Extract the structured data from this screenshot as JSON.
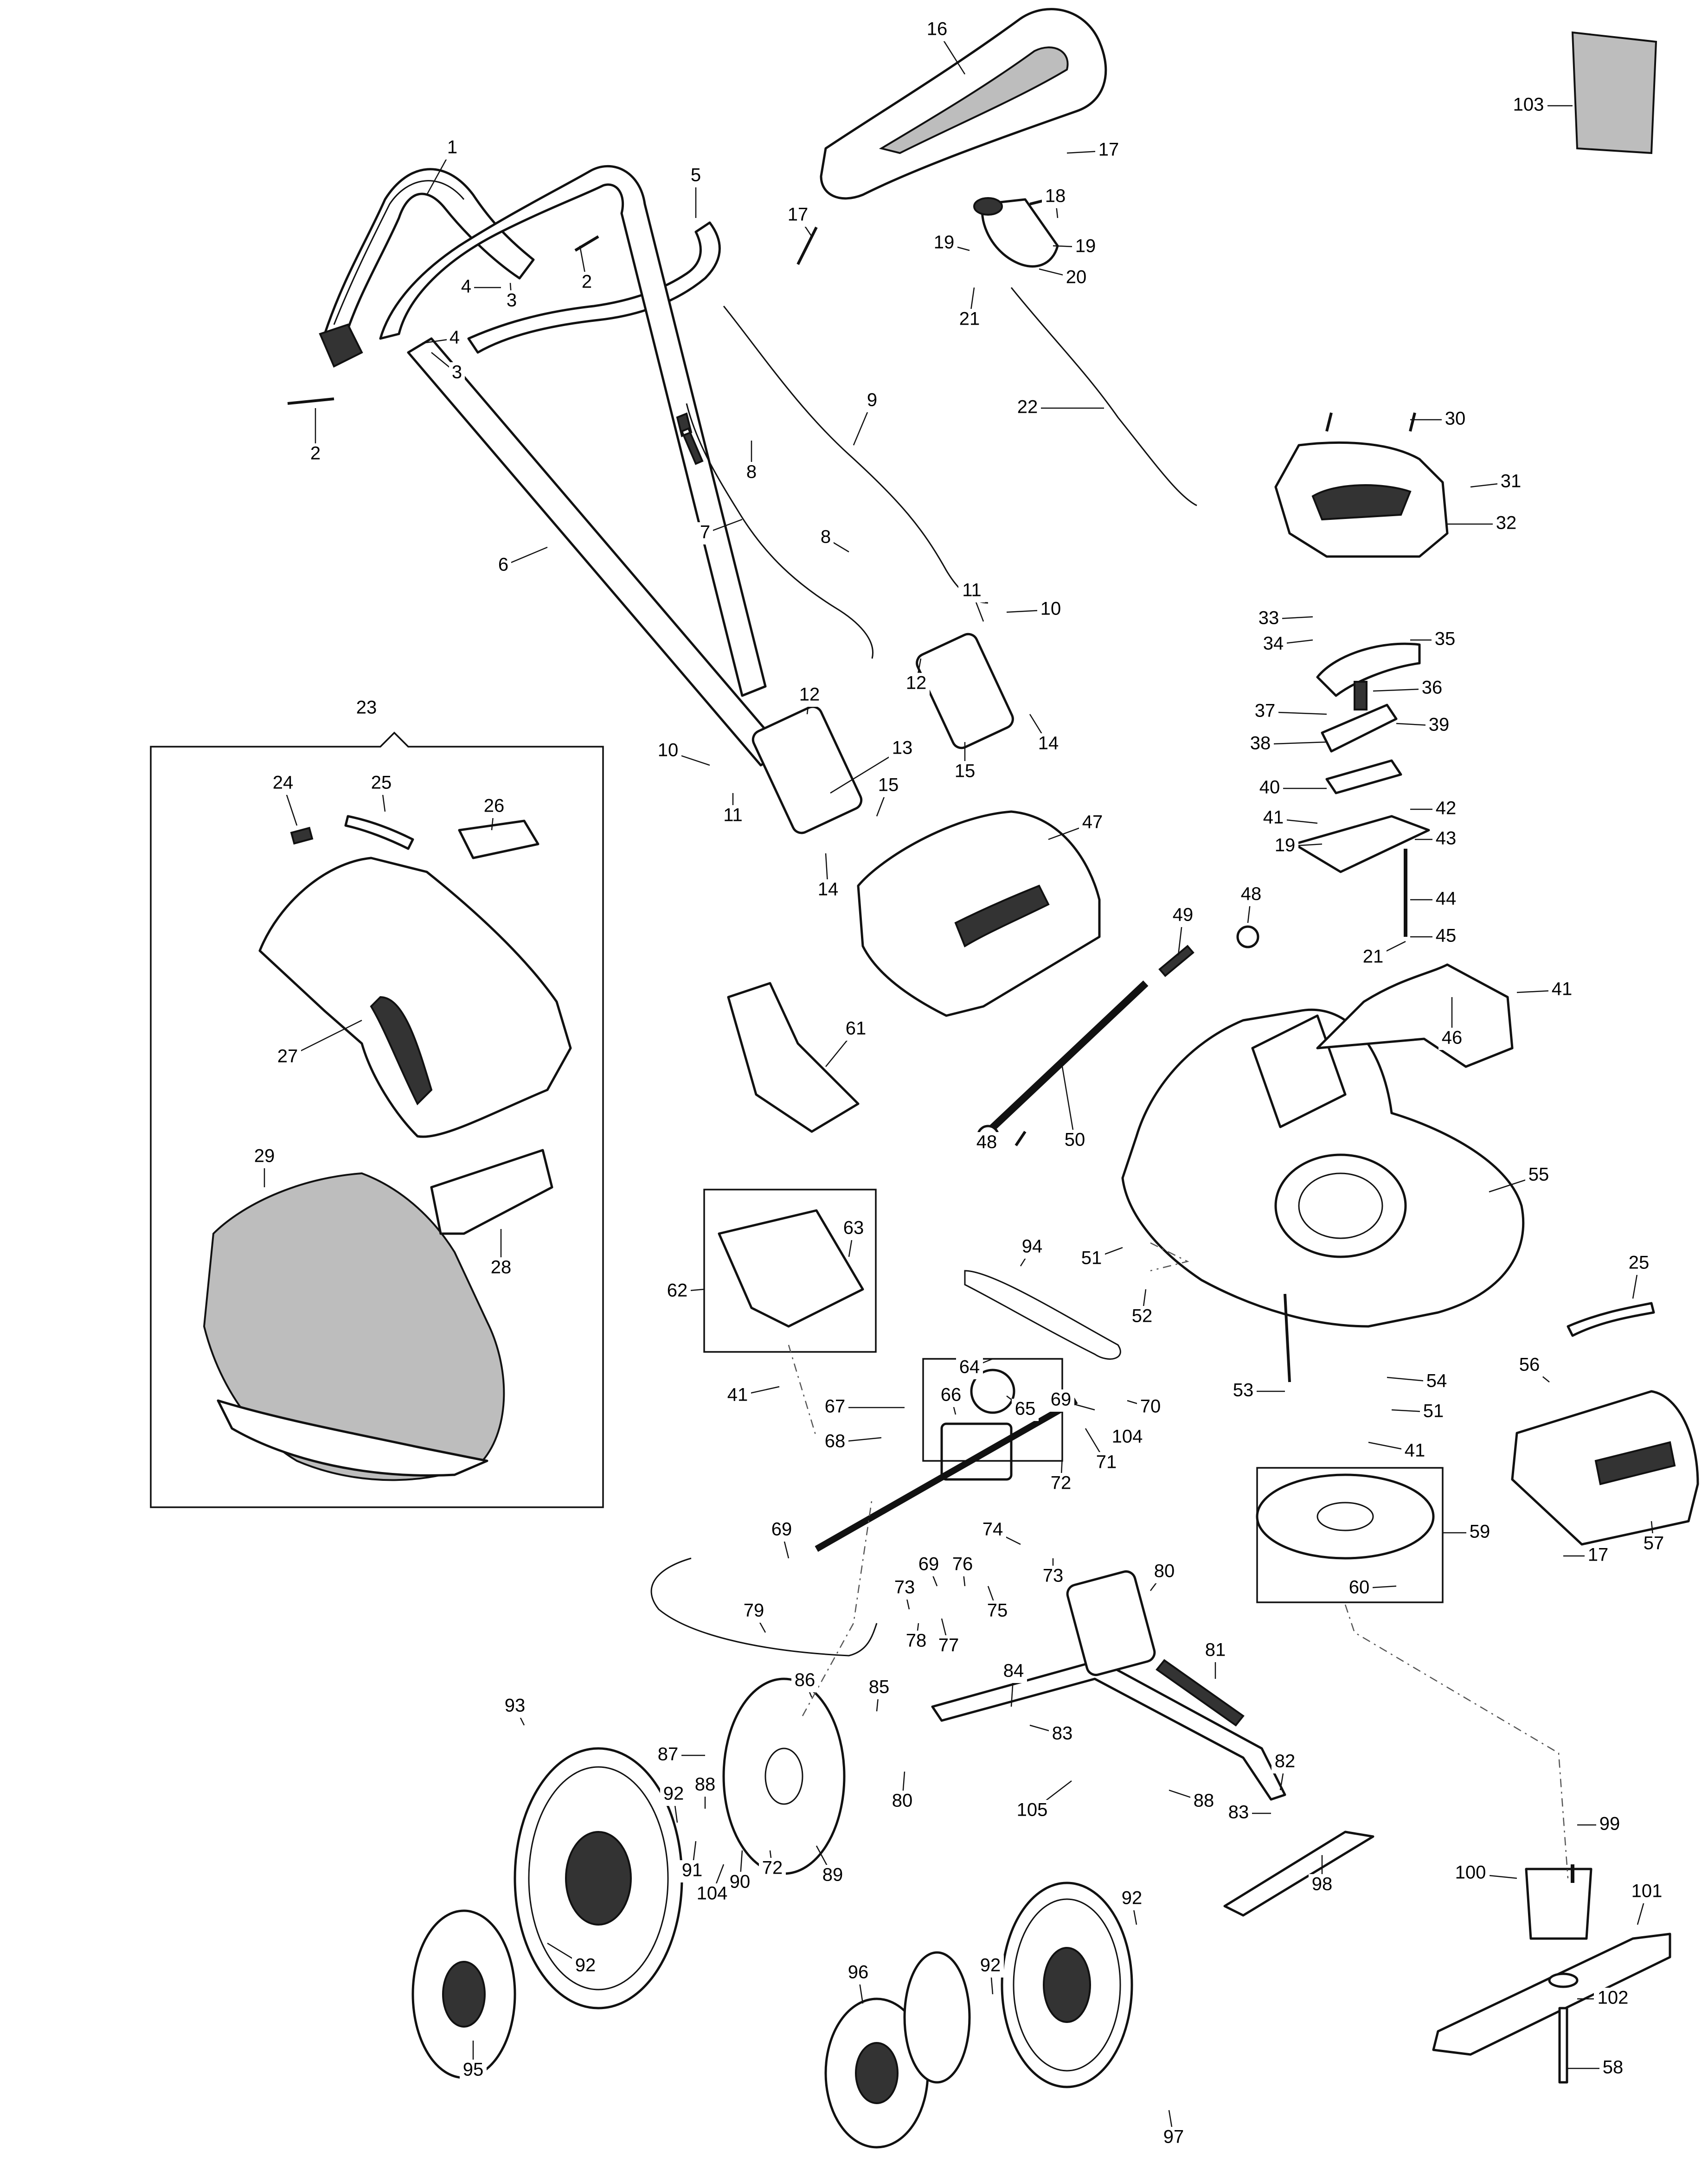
{
  "labels": [
    "1",
    "2",
    "3",
    "4",
    "5",
    "6",
    "7",
    "8",
    "9",
    "10",
    "11",
    "12",
    "13",
    "14",
    "15",
    "16",
    "17",
    "18",
    "19",
    "20",
    "21",
    "22",
    "23",
    "24",
    "25",
    "26",
    "27",
    "28",
    "29",
    "30",
    "31",
    "32",
    "33",
    "34",
    "35",
    "36",
    "37",
    "38",
    "39",
    "40",
    "41",
    "42",
    "43",
    "44",
    "45",
    "46",
    "47",
    "48",
    "49",
    "50",
    "51",
    "52",
    "53",
    "54",
    "55",
    "56",
    "57",
    "58",
    "59",
    "60",
    "61",
    "62",
    "63",
    "64",
    "65",
    "66",
    "67",
    "68",
    "69",
    "70",
    "71",
    "72",
    "73",
    "74",
    "75",
    "76",
    "77",
    "78",
    "79",
    "80",
    "81",
    "82",
    "83",
    "84",
    "85",
    "86",
    "87",
    "88",
    "89",
    "90",
    "91",
    "92",
    "93",
    "94",
    "95",
    "96",
    "97",
    "98",
    "99",
    "100",
    "101",
    "102",
    "103",
    "104",
    "105"
  ]
}
